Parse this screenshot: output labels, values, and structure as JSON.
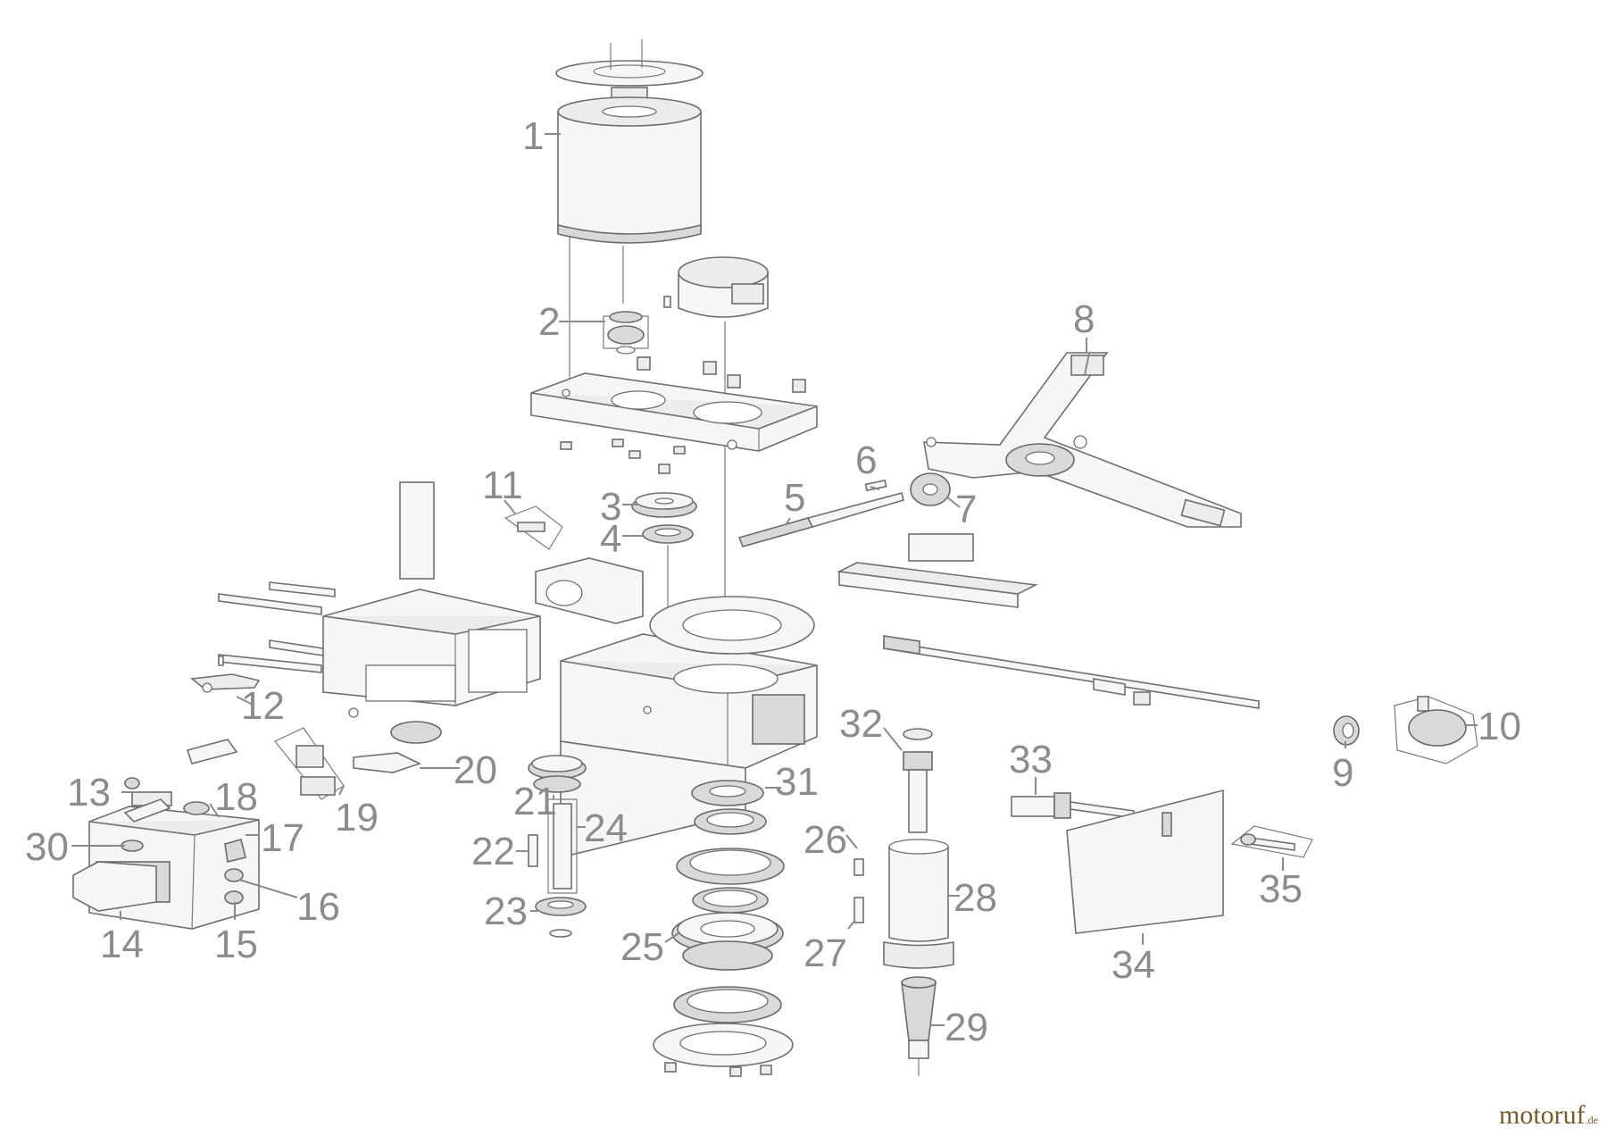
{
  "callouts": [
    "1",
    "2",
    "3",
    "4",
    "5",
    "6",
    "7",
    "8",
    "9",
    "10",
    "11",
    "12",
    "13",
    "14",
    "15",
    "16",
    "17",
    "18",
    "19",
    "20",
    "21",
    "22",
    "23",
    "24",
    "25",
    "26",
    "27",
    "28",
    "29",
    "30",
    "31",
    "32",
    "33",
    "34",
    "35"
  ],
  "watermark": {
    "main": "motoruf",
    "suffix": ".de",
    "color": "#7a5a2a"
  },
  "colors": {
    "line": "#6f6f6f",
    "label": "#8c8c8c"
  }
}
